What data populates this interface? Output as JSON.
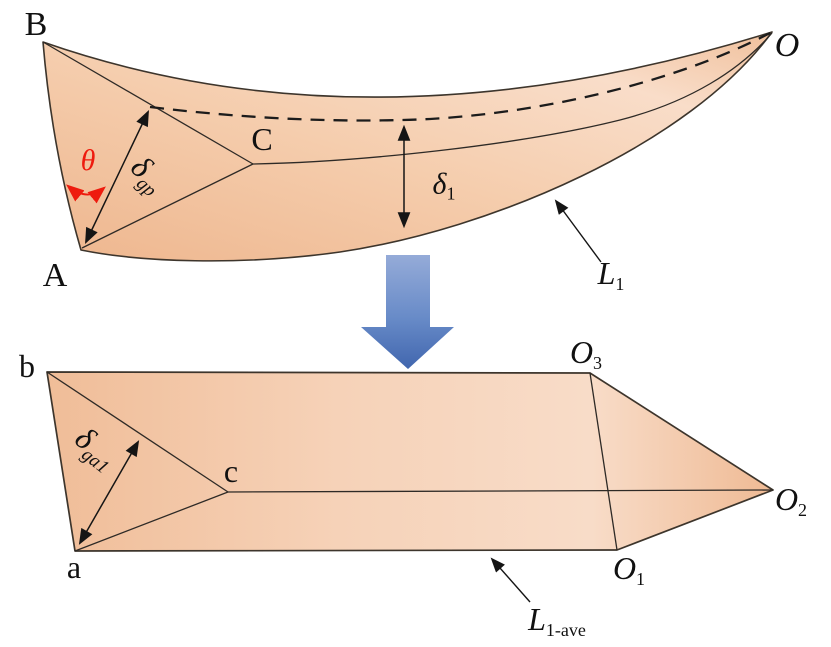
{
  "figure_type": "geometry-flattening-diagram",
  "colors": {
    "shape_outline": "#3d352c",
    "inner_line": "#2e2a26",
    "annotation_line": "#151515",
    "theta_red": "#ee1b0e",
    "fill_dark": "#eeb68e",
    "fill_mid": "#f5cdad",
    "fill_light": "#f9ddc9",
    "fill_tip": "#f0bd98",
    "blue_arrow_top": "#95abd8",
    "blue_arrow_bottom": "#4166ae"
  },
  "top_figure": {
    "vertices": {
      "B": "B",
      "A": "A",
      "C": "C",
      "O": "O"
    },
    "labels": {
      "theta": "θ",
      "delta_gp": {
        "base": "δ",
        "sub": "gp"
      },
      "delta_1": {
        "base": "δ",
        "sub": "1"
      },
      "L_1": {
        "base": "L",
        "sub": "1"
      }
    }
  },
  "bottom_figure": {
    "vertices": {
      "b": "b",
      "a": "a",
      "c": "c",
      "O3": {
        "base": "O",
        "sub": "3"
      },
      "O2": {
        "base": "O",
        "sub": "2"
      },
      "O1": {
        "base": "O",
        "sub": "1"
      }
    },
    "labels": {
      "delta_ga1": {
        "base": "δ",
        "sub": "ga1"
      },
      "L_1_ave": {
        "base": "L",
        "sub": "1-ave"
      }
    }
  }
}
